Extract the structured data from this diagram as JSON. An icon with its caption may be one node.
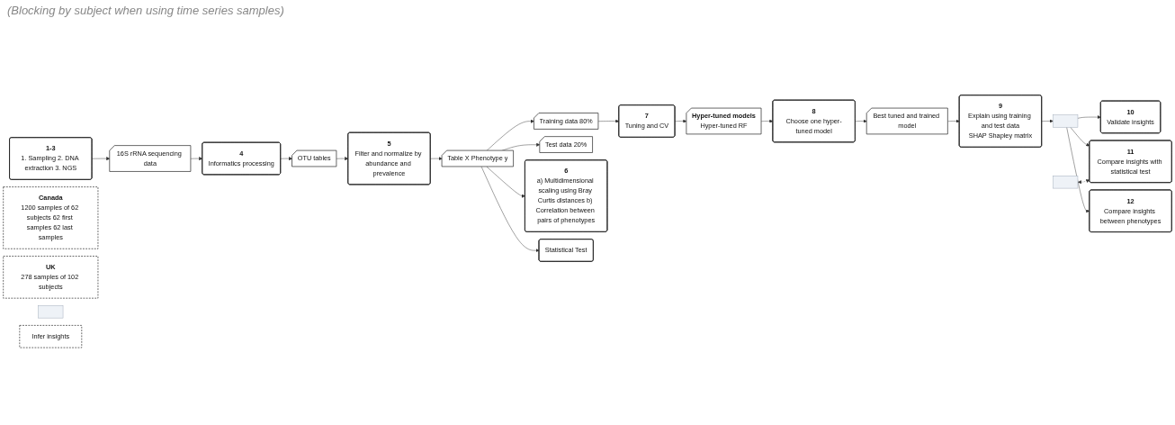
{
  "diagram": {
    "nodes": [
      {
        "text": [
          "1-3",
          "1. Sampling 2. DNA extraction 3. NGS"
        ]
      },
      {
        "text": [
          "16S rRNA sequencing data"
        ]
      },
      {
        "text": [
          "4",
          "Informatics processing"
        ]
      },
      {
        "text": [
          "OTU tables"
        ]
      },
      {
        "text": [
          "5",
          "Filter and normalize by abundance and prevalence"
        ]
      },
      {
        "text": [
          "Canada",
          "1200 samples of 62 subjects 62 first samples 62 last samples"
        ]
      },
      {
        "text": [
          "UK",
          "278 samples of 102 subjects"
        ]
      },
      {
        "text": [
          "Table X Phenotype y"
        ]
      },
      {
        "text": [
          "Training data 80%"
        ]
      },
      {
        "text": [
          "Test data 20%"
        ]
      },
      {
        "text": [
          "7",
          "Tuning and CV"
        ]
      },
      {
        "text": [
          "Hyper-tuned models",
          "Hyper-tuned RF"
        ]
      },
      {
        "text": [
          "8",
          "Choose one hyper-tuned model"
        ]
      },
      {
        "text": [
          "Best tuned and trained model"
        ]
      },
      {
        "text": [
          "9",
          "Explain using training and test data",
          "SHAP Shapley matrix"
        ]
      },
      {
        "text": [
          "6",
          "a) Multidimensional scaling using Bray Curtis distances b) Correlation between pairs of phenotypes"
        ]
      },
      {
        "text": [],
        "shape": "box"
      },
      {
        "text": [
          "Statistical Test"
        ]
      },
      {
        "text": [],
        "shape": "box"
      },
      {
        "text": [
          "Infer insights"
        ]
      },
      {
        "text": [],
        "shape": "box"
      },
      {
        "text": [
          "10",
          "Validate insights"
        ]
      },
      {
        "text": [
          "11",
          "Compare insights with statistical test"
        ]
      },
      {
        "text": [
          "12",
          "Compare insights between phenotypes"
        ]
      }
    ],
    "edges": [
      {
        "from": 0,
        "to": 1,
        "arrow": "to"
      },
      {
        "from": 1,
        "to": 2,
        "arrow": "to"
      },
      {
        "from": 2,
        "to": 3,
        "arrow": "to"
      },
      {
        "from": 3,
        "to": 4,
        "arrow": "to"
      },
      {
        "from": 4,
        "to": 7,
        "arrow": "to"
      },
      {
        "from": 7,
        "to": 8,
        "arrow": "to"
      },
      {
        "from": 7,
        "to": 9,
        "arrow": "to"
      },
      {
        "from": 8,
        "to": 10,
        "arrow": "to"
      },
      {
        "from": 10,
        "to": 11,
        "arrow": "to"
      },
      {
        "from": 11,
        "to": 12,
        "arrow": "to"
      },
      {
        "from": 12,
        "to": 13,
        "arrow": "to"
      },
      {
        "from": 13,
        "to": 14,
        "arrow": "to"
      },
      {
        "from": 7,
        "to": 15,
        "arrow": "to"
      },
      {
        "from": 7,
        "to": 17,
        "arrow": "to"
      },
      {
        "from": 14,
        "to": 20,
        "arrow": "to"
      },
      {
        "from": 20,
        "to": 21,
        "arrow": "to"
      },
      {
        "from": 20,
        "to": 22,
        "arrow": "to"
      },
      {
        "from": 20,
        "to": 23,
        "arrow": "to"
      },
      {
        "from": 18,
        "to": 22,
        "arrow": "both",
        "style": "dashed"
      }
    ],
    "labels": [
      "(Blocking by subject when using time series samples)"
    ]
  }
}
